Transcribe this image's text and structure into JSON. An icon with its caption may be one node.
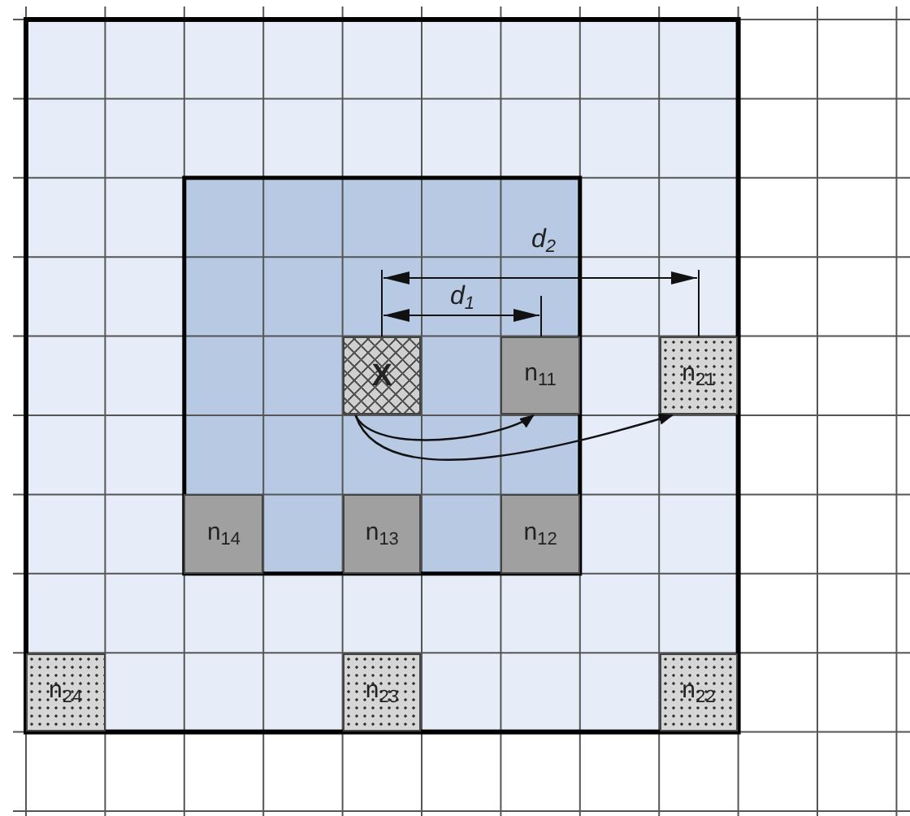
{
  "diagram": {
    "nodes": [
      {
        "text": [
          "X"
        ]
      },
      {
        "text": [
          "n$_{11}$"
        ]
      },
      {
        "text": [
          "n$_{21}$"
        ]
      },
      {
        "text": [
          "n$_{14}$"
        ]
      },
      {
        "text": [
          "n$_{13}$"
        ]
      },
      {
        "text": [
          "n$_{12}$"
        ]
      },
      {
        "text": [
          "n$_{24}$"
        ]
      },
      {
        "text": [
          "n$_{23}$"
        ]
      },
      {
        "text": [
          "n$_{22}$"
        ]
      }
    ],
    "edges": [
      {
        "from": 0,
        "to": 1,
        "arrow": "to"
      },
      {
        "from": 0,
        "to": 2,
        "arrow": "to"
      }
    ],
    "labels": [
      "d$_{2}$",
      "d$_{1}$"
    ]
  }
}
